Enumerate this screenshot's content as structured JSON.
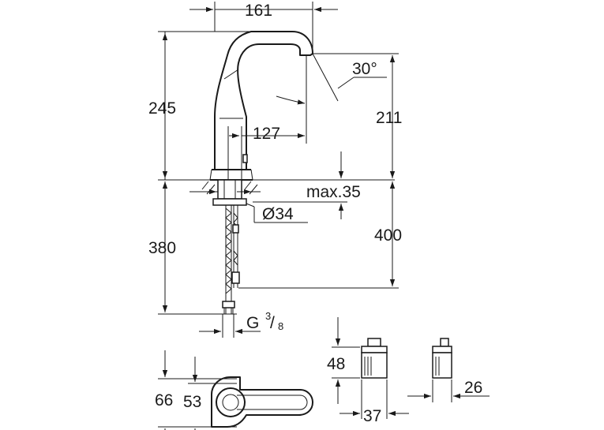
{
  "dimensions": {
    "width_top": "161",
    "spout_reach": "127",
    "angle": "30°",
    "height_total": "245",
    "height_spout": "211",
    "deck_thickness": "max.35",
    "hole_diameter": "Ø34",
    "hose_length": "380",
    "connection_length": "400",
    "thread_prefix": "G",
    "thread_num": "3",
    "thread_den": "8",
    "box_height": "48",
    "box_width": "37",
    "box_depth": "26",
    "base_a": "66",
    "base_b": "53"
  }
}
